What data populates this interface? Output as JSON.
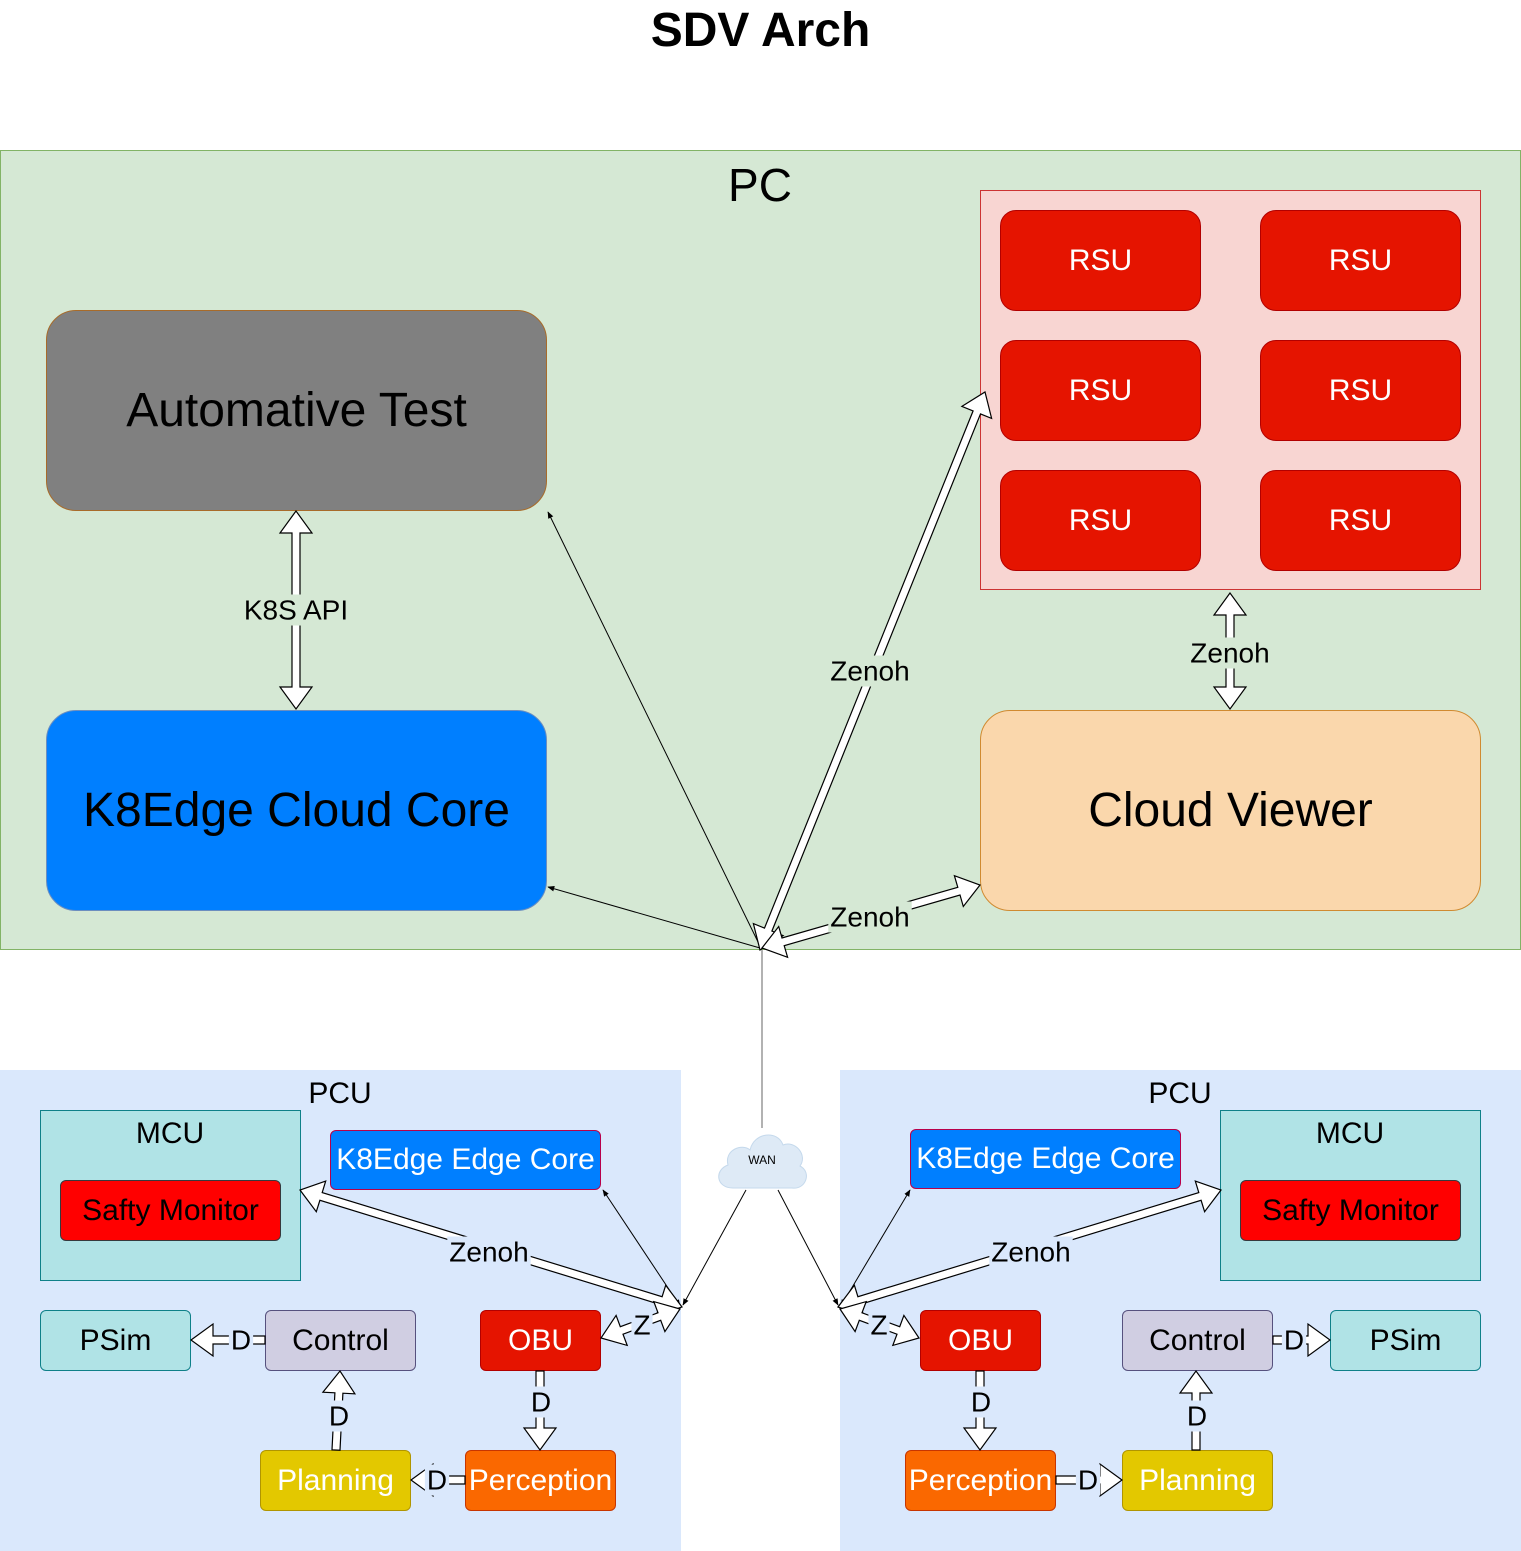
{
  "title": "SDV Arch",
  "pc": {
    "label": "PC",
    "automative_test": "Automative Test",
    "k8edge_cloud_core": "K8Edge Cloud Core",
    "cloud_viewer": "Cloud Viewer",
    "rsus": [
      "RSU",
      "RSU",
      "RSU",
      "RSU",
      "RSU",
      "RSU"
    ]
  },
  "edges": {
    "k8s_api": "K8S API",
    "zenoh": "Zenoh",
    "z": "Z",
    "d": "D"
  },
  "wan": "WAN",
  "pcu_left": {
    "label": "PCU",
    "mcu_label": "MCU",
    "safety_monitor": "Safty Monitor",
    "edge_core": "K8Edge Edge Core",
    "psim": "PSim",
    "control": "Control",
    "obu": "OBU",
    "planning": "Planning",
    "perception": "Perception"
  },
  "pcu_right": {
    "label": "PCU",
    "mcu_label": "MCU",
    "safety_monitor": "Safty Monitor",
    "edge_core": "K8Edge Edge Core",
    "psim": "PSim",
    "control": "Control",
    "obu": "OBU",
    "planning": "Planning",
    "perception": "Perception"
  }
}
